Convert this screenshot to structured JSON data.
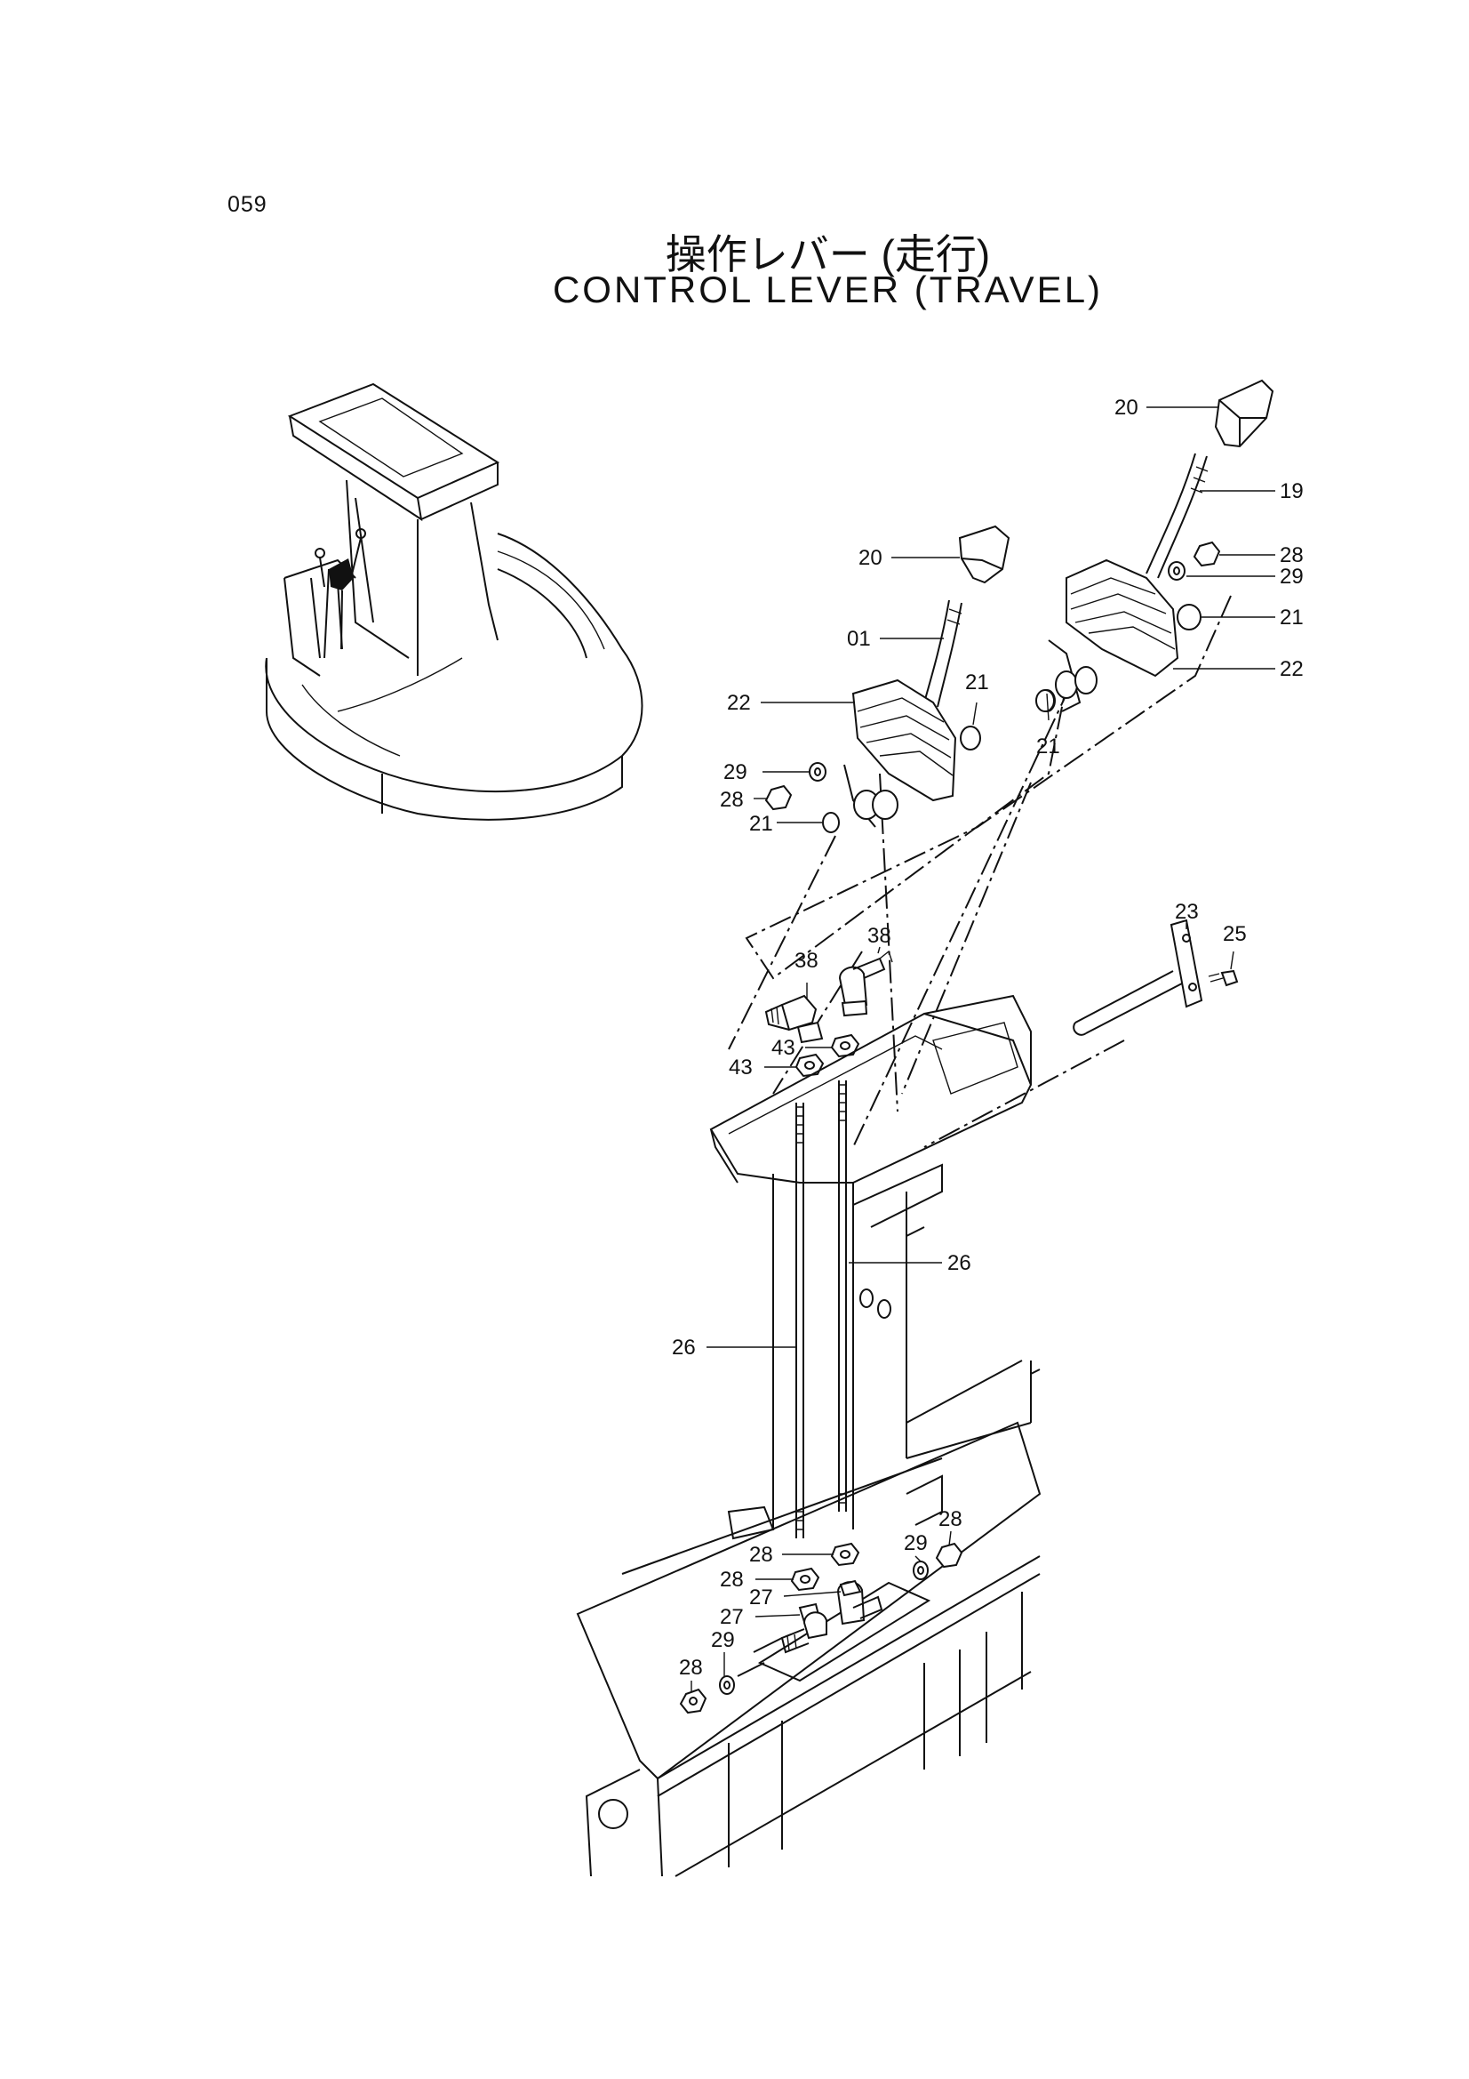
{
  "page": {
    "code": "059",
    "title_jp": "操作レバー (走行)",
    "title_en": "CONTROL LEVER (TRAVEL)"
  },
  "callouts": [
    {
      "id": "c20a",
      "label": "20"
    },
    {
      "id": "c19",
      "label": "19"
    },
    {
      "id": "c28a",
      "label": "28"
    },
    {
      "id": "c29a",
      "label": "29"
    },
    {
      "id": "c21a",
      "label": "21"
    },
    {
      "id": "c22a",
      "label": "22"
    },
    {
      "id": "c20b",
      "label": "20"
    },
    {
      "id": "c01",
      "label": "01"
    },
    {
      "id": "c22b",
      "label": "22"
    },
    {
      "id": "c21b",
      "label": "21"
    },
    {
      "id": "c21c",
      "label": "21"
    },
    {
      "id": "c29b",
      "label": "29"
    },
    {
      "id": "c28b",
      "label": "28"
    },
    {
      "id": "c21d",
      "label": "21"
    },
    {
      "id": "c23",
      "label": "23"
    },
    {
      "id": "c25",
      "label": "25"
    },
    {
      "id": "c38a",
      "label": "38"
    },
    {
      "id": "c38b",
      "label": "38"
    },
    {
      "id": "c43a",
      "label": "43"
    },
    {
      "id": "c43b",
      "label": "43"
    },
    {
      "id": "c26a",
      "label": "26"
    },
    {
      "id": "c26b",
      "label": "26"
    },
    {
      "id": "c28c",
      "label": "28"
    },
    {
      "id": "c28d",
      "label": "28"
    },
    {
      "id": "c29c",
      "label": "29"
    },
    {
      "id": "c28e",
      "label": "28"
    },
    {
      "id": "c27a",
      "label": "27"
    },
    {
      "id": "c27b",
      "label": "27"
    },
    {
      "id": "c28f",
      "label": "28"
    },
    {
      "id": "c29d",
      "label": "29"
    }
  ]
}
